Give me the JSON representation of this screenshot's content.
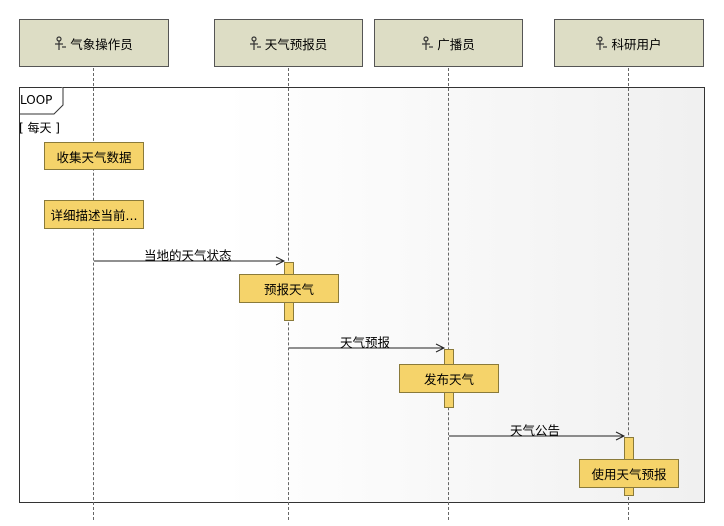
{
  "actors": [
    {
      "label": "气象操作员"
    },
    {
      "label": "天气预报员"
    },
    {
      "label": "广播员"
    },
    {
      "label": "科研用户"
    }
  ],
  "loop": {
    "tag": "LOOP",
    "guard": "[ 每天 ]"
  },
  "actions": [
    {
      "label": "收集天气数据"
    },
    {
      "label": "详细描述当前..."
    },
    {
      "label": "预报天气"
    },
    {
      "label": "发布天气"
    },
    {
      "label": "使用天气预报"
    }
  ],
  "messages": [
    {
      "label": "当地的天气状态"
    },
    {
      "label": "天气预报"
    },
    {
      "label": "天气公告"
    }
  ],
  "icon": "actor-icon"
}
